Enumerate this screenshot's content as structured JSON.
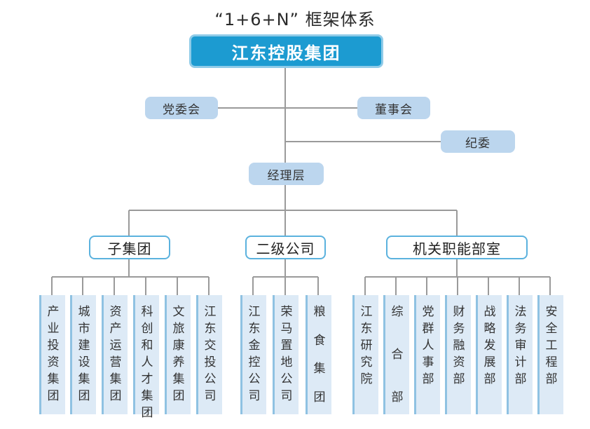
{
  "title": "“1+6+N” 框架体系",
  "root": "江东控股集团",
  "governance": {
    "party_committee": "党委会",
    "board": "董事会",
    "discipline": "纪委",
    "management": "经理层"
  },
  "categories": {
    "sub_groups": "子集团",
    "secondary": "二级公司",
    "departments": "机关职能部室"
  },
  "leaves": [
    "产业投资集团",
    "城市建设集团",
    "资产运营集团",
    "科创和人才集团",
    "文旅康养集团",
    "江东交投公司",
    "江东金控公司",
    "荣马置地公司",
    "粮食集团",
    "江东研究院",
    "综合部",
    "党群人事部",
    "财务融资部",
    "战略发展部",
    "法务审计部",
    "安全工程部"
  ]
}
